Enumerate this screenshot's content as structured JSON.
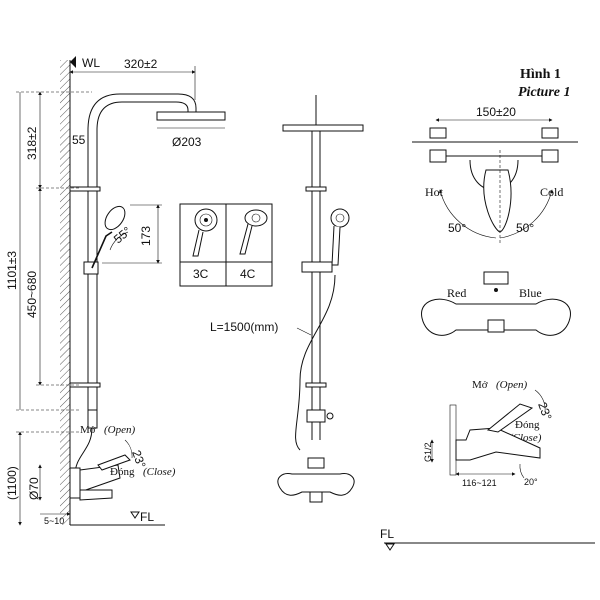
{
  "labels": {
    "wl": "WL",
    "fl": "FL",
    "hinh": "Hình 1",
    "picture": "Picture 1",
    "hot": "Hot",
    "cold": "Cold",
    "red": "Red",
    "blue": "Blue",
    "mo": "Mở",
    "open": "(Open)",
    "dong": "Đóng",
    "close": "(Close)",
    "length": "L=1500(mm)",
    "head3c": "3C",
    "head4c": "4C"
  },
  "dimensions": {
    "arm": "320±2",
    "dia203": "Ø203",
    "d55": "55",
    "d318": "318±2",
    "d1101": "1101±3",
    "d450": "450~680",
    "d173": "173",
    "ang55": "55°",
    "d1100": "(1100)",
    "d70": "Ø70",
    "d510": "5~10",
    "ang23": "23°",
    "d150": "150±20",
    "ang50l": "50°",
    "ang50r": "50°",
    "ang23b": "23°",
    "g12": "G1/2",
    "d116": "116~121",
    "ang20": "20°"
  }
}
